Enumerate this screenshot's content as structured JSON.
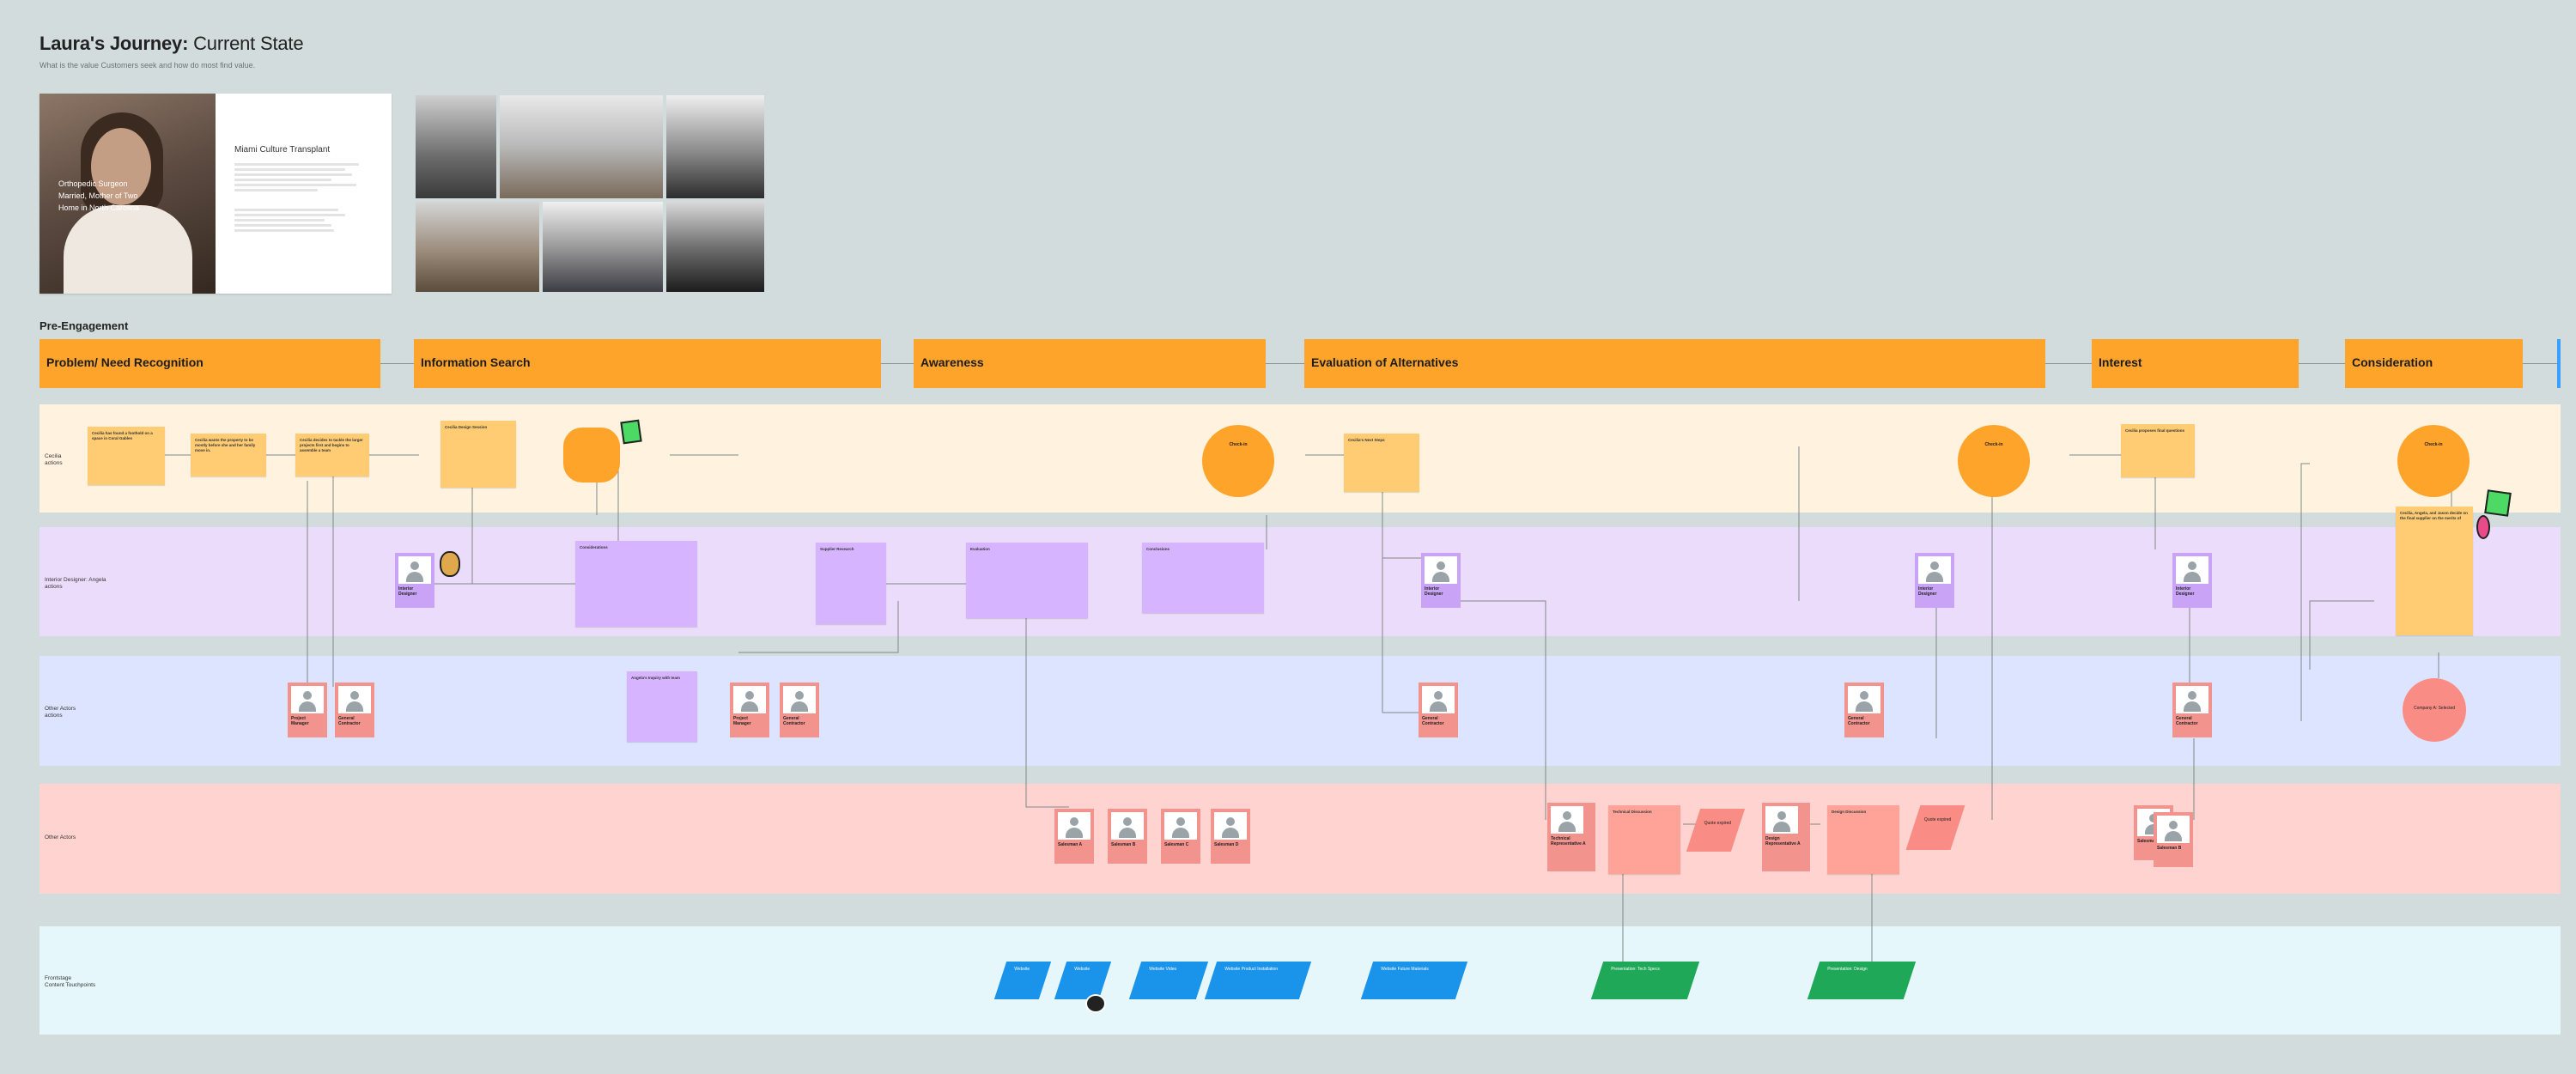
{
  "header": {
    "title_bold": "Laura's Journey:",
    "title_light": " Current State",
    "subtitle": "What is the value Customers seek and how do most find value."
  },
  "persona": {
    "role_lines": [
      "Orthopedic Surgeon",
      "Married, Mother of Two",
      "Home in North Carolina"
    ],
    "card_name": "Miami Culture Transplant"
  },
  "section_label": "Pre-Engagement",
  "stages": [
    "Problem/ Need Recognition",
    "Information Search",
    "Awareness",
    "Evaluation of Alternatives",
    "Interest",
    "Consideration"
  ],
  "lanes": {
    "cecilia": "Cecilia\nactions",
    "designer": "Interior Designer: Angela\nactions",
    "other1": "Other Actors\nactions",
    "other2": "Other Actors",
    "touchpoints": "Frontstage\nContent Touchpoints"
  },
  "notes": {
    "n1": "Cecilia has found a foothold on a space in Coral Gables",
    "n2": "Cecilia wants the property to be mostly before she and her family move in.",
    "n3": "Cecilia decides to tackle the larger projects first and begins to assemble a team",
    "n4": "Cecilia Design Session",
    "n5": "Considerations",
    "n6": "Supplier Research",
    "n7": "Evaluation",
    "n8": "Conclusions",
    "n9": "Cecilia's Next Steps",
    "n10": "Cecilia proposes final questions",
    "n11": "Cecilia, Angela, and Jason decide on the final supplier on the merits of",
    "n12": "Angela's Inquiry with team",
    "n13": "Technical Discussion",
    "n14": "Design Discussion"
  },
  "circles": {
    "c1": "Check-in",
    "c2": "Check-in",
    "c3": "Check-in"
  },
  "actors": {
    "pm": "Project Manager",
    "gc": "General Contractor",
    "designer": "Interior Designer",
    "supplier_a": "Salesman A",
    "supplier_b": "Salesman B",
    "supplier_c": "Salesman C",
    "supplier_d": "Salesman D",
    "tech_rep_a": "Technical Representative A",
    "design_rep_a": "Design Representative A",
    "company_selected": "Company A: Selected"
  },
  "touchpoints": {
    "t1": "Website",
    "t2": "Website",
    "t3": "Website Video",
    "t4": "Website Product Installation",
    "t5": "Website Future Materials",
    "t6": "Presentation: Tech Specs",
    "t7": "Presentation: Design"
  },
  "quotes": {
    "q1": "Quote expired",
    "q2": "Quote expired"
  },
  "colors": {
    "stage": "#ffa42b",
    "lane_cecilia": "#fff3e0",
    "lane_designer": "#ecdcfb",
    "lane_other1": "#dde4ff",
    "lane_other2": "#ffd3cf",
    "lane_touchpoints": "#e6f7fc"
  }
}
